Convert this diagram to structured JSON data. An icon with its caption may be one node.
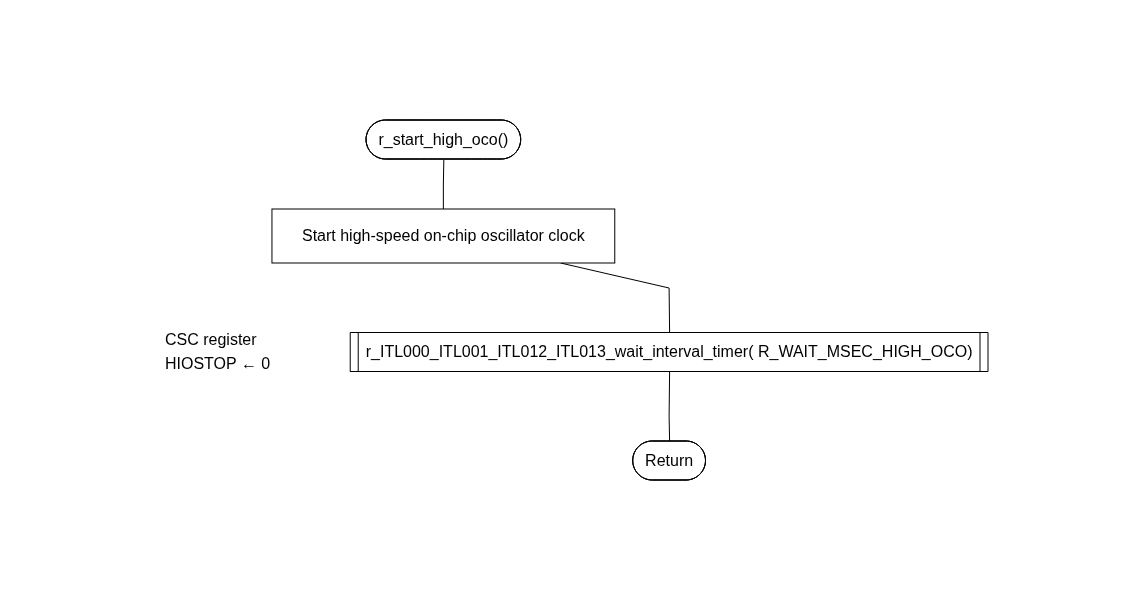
{
  "diagram": {
    "nodes": [
      {
        "text": [
          "r_start_high_oco()"
        ]
      },
      {
        "text": [
          "Start high-speed on-chip oscillator clock"
        ],
        "beside": [
          "CSC register",
          "HIOSTOP ← 0"
        ]
      },
      {
        "text": [
          "r_ITL000_ITL001_ITL012_ITL013_wait_interval_timer( R_WAIT_MSEC_HIGH_OCO)"
        ]
      },
      {
        "text": [
          "Return"
        ]
      }
    ],
    "edges": [
      {
        "from": 0,
        "to": 1,
        "arrow": "none"
      },
      {
        "from": 1,
        "to": 2,
        "arrow": "none"
      },
      {
        "from": 2,
        "to": 3,
        "arrow": "none"
      }
    ]
  }
}
